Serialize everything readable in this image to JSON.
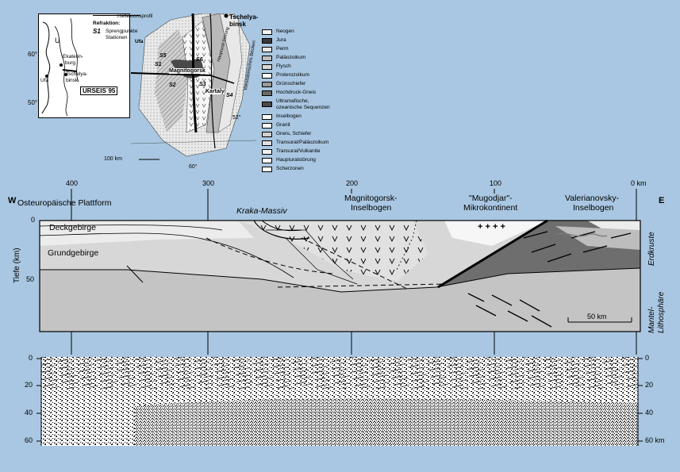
{
  "inset": {
    "lat_labels": [
      "60°",
      "50°"
    ],
    "cities": [
      "Ekaterin-",
      "burg",
      "Ufa",
      "Tschelya-",
      "binsk"
    ],
    "region_label": "U",
    "profile_box": "URSEIS´95"
  },
  "map_key": {
    "reflexion_profil": "Reflexionsprofil",
    "refraktion": "Refraktion:",
    "s1": "S1",
    "sprengpunkte": "Sprengpunkte",
    "stationen": "Stationen",
    "ufa": "Ufa"
  },
  "geomap": {
    "labels": {
      "tschelyabinsk_1": "Tschelya-",
      "tschelyabinsk_2": "binsk",
      "magnitogorsk": "Magnitogorsk",
      "kartaly": "Kartaly",
      "s1": "S1",
      "s2": "S2",
      "s3": "S3",
      "s4": "S4",
      "s5": "S5",
      "s6": "S6",
      "basin": "Westsibirisches Becken",
      "fault": "Hauptural-Störung",
      "lat52": "52°",
      "lon60": "60°",
      "scale": "100 km"
    }
  },
  "legend": {
    "items": [
      {
        "label": "Neogen",
        "color": "#f3f3f3"
      },
      {
        "label": "Jura",
        "color": "#3a3a3a"
      },
      {
        "label": "Perm",
        "color": "#e8e8e8"
      },
      {
        "label": "Paläozoikum",
        "color": "#bdbdbd"
      },
      {
        "label": "Flysch",
        "color": "#d8d8d8"
      },
      {
        "label": "Proterozoikum",
        "color": "#ffffff"
      },
      {
        "label": "Grünschiefer",
        "color": "#9a9a9a"
      },
      {
        "label": "Hochdruck-Gneis",
        "color": "#6a6a6a"
      },
      {
        "label": "Ultramafische,",
        "label2": "ozeanische Sequenzen",
        "color": "#4a4a4a"
      },
      {
        "label": "Inselbogen",
        "color": "#ffffff"
      },
      {
        "label": "Granit",
        "color": "#ffffff"
      },
      {
        "label": "Gneis, Schiefer",
        "color": "#cfcfcf"
      },
      {
        "label": "Transural/Paläozoikum",
        "color": "#e0e0e0"
      },
      {
        "label": "Transural/Vulkanite",
        "color": "#f0f0f0"
      },
      {
        "label": "Haupturalstörung",
        "color": "#ffffff"
      },
      {
        "label": "Scherzonen",
        "color": "#ffffff"
      }
    ]
  },
  "section": {
    "west": "W",
    "east": "E",
    "km_ticks": [
      "400",
      "300",
      "200",
      "100",
      "0 km"
    ],
    "regions": {
      "osteuropa": "Osteuropäische Plattform",
      "kraka": "Kraka-Massiv",
      "magnitogorsk_1": "Magnitogorsk-",
      "magnitogorsk_2": "Inselbogen",
      "mugodjar_1": "\"Mugodjar\"-",
      "mugodjar_2": "Mikrokontinent",
      "valerianovsky_1": "Valerianovsky-",
      "valerianovsky_2": "Inselbogen"
    },
    "layers": {
      "deckgebirge": "Deckgebirge",
      "grundgebirge": "Grundgebirge",
      "erdkruste": "Erdkruste",
      "mantel_1": "Mantel-",
      "mantel_2": "Lithosphäre"
    },
    "depth_axis": {
      "label": "Tiefe (km)",
      "ticks": [
        "0",
        "50"
      ]
    },
    "scale": "50 km"
  },
  "seismic": {
    "left_ticks": [
      "0",
      "20",
      "40",
      "60"
    ],
    "right_ticks": [
      "0",
      "20",
      "40",
      "60 km"
    ]
  }
}
